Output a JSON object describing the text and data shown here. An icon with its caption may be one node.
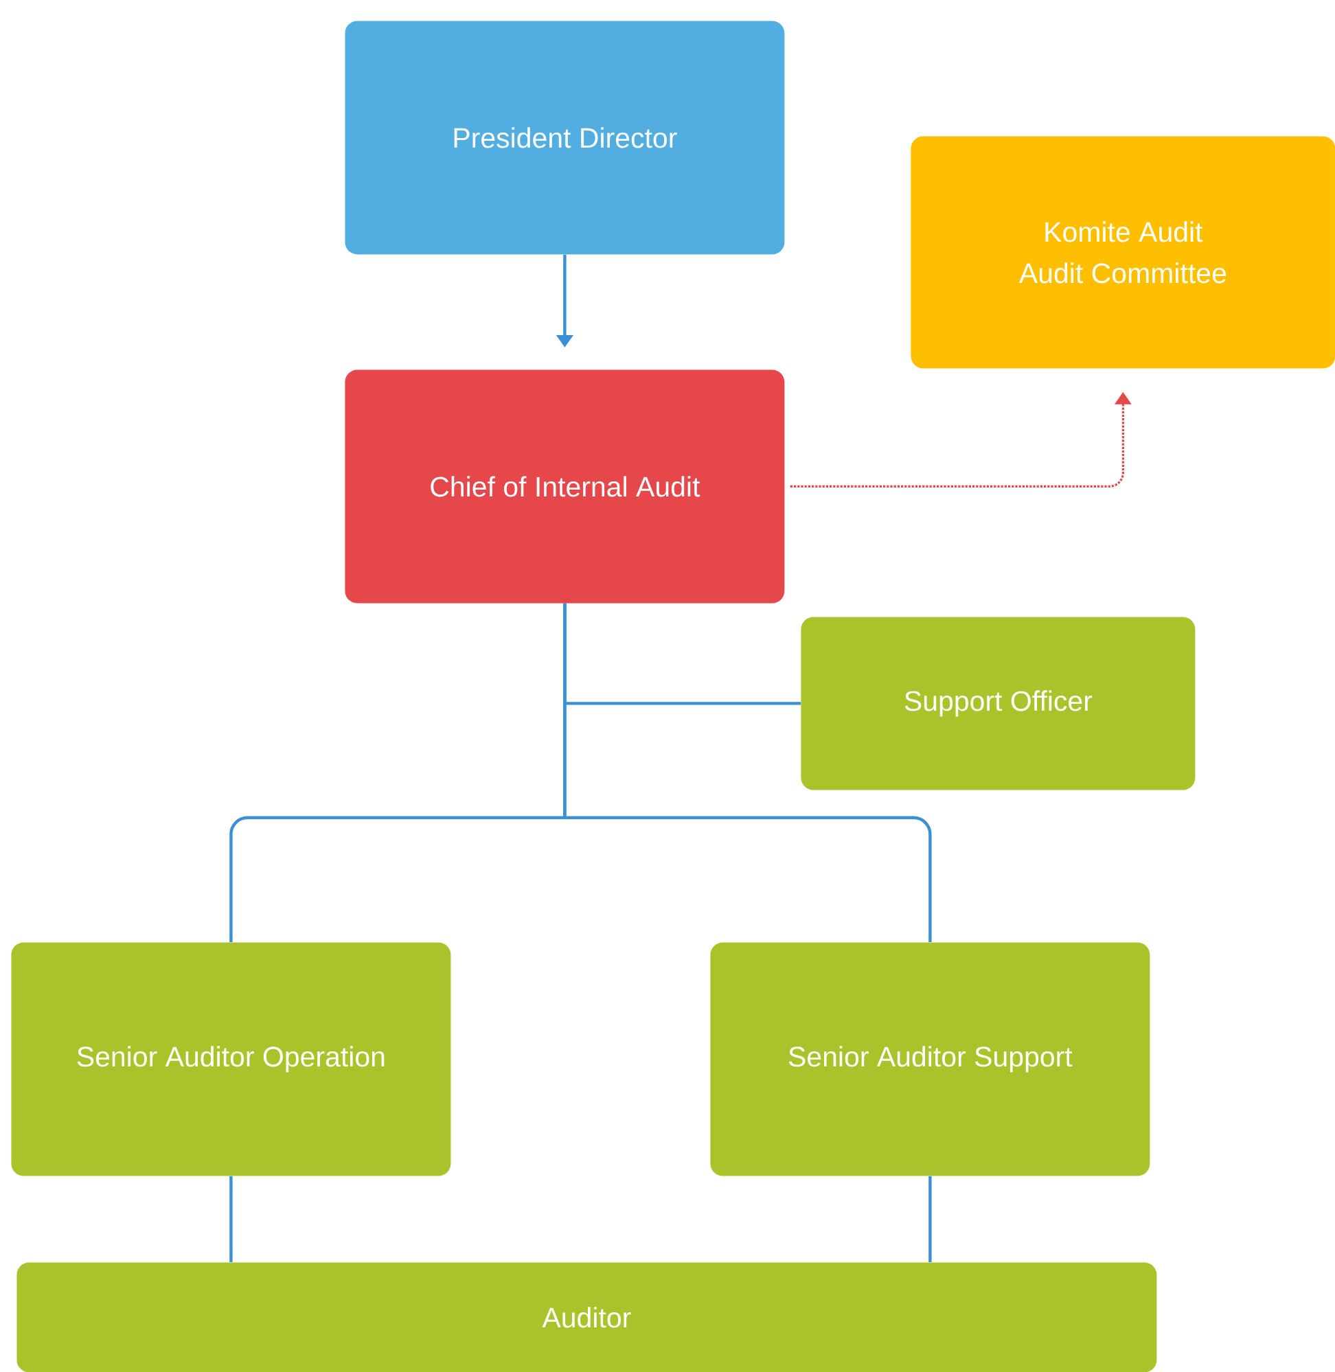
{
  "diagram": {
    "nodes": [
      {
        "text": [
          "President Director"
        ]
      },
      {
        "text": [
          "Komite Audit",
          "Audit Committee"
        ]
      },
      {
        "text": [
          "Chief of Internal Audit"
        ]
      },
      {
        "text": [
          "Support Officer"
        ]
      },
      {
        "text": [
          "Senior Auditor Operation"
        ]
      },
      {
        "text": [
          "Senior Auditor Support"
        ]
      },
      {
        "text": [
          "Auditor"
        ]
      }
    ],
    "edges": [
      {
        "from": 0,
        "to": 2,
        "arrow": "to"
      },
      {
        "from": 2,
        "to": 1,
        "arrow": "to",
        "style": "dashed",
        "color": "#e5474a"
      },
      {
        "from": 2,
        "to": 3,
        "arrow": "none"
      },
      {
        "from": 2,
        "to": 4,
        "arrow": "none"
      },
      {
        "from": 2,
        "to": 5,
        "arrow": "none"
      },
      {
        "from": 4,
        "to": 6,
        "arrow": "none"
      },
      {
        "from": 5,
        "to": 6,
        "arrow": "none"
      }
    ]
  }
}
